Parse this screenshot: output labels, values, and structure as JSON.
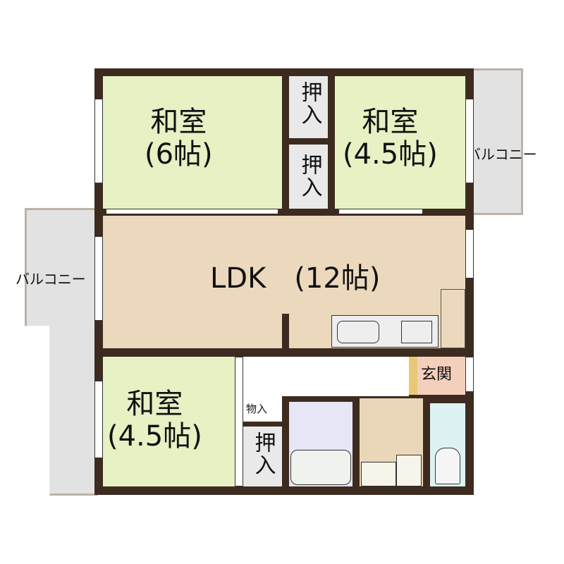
{
  "rooms": {
    "washitsu_6": {
      "name": "和室",
      "size": "(6帖)"
    },
    "washitsu_45_top": {
      "name": "和室",
      "size": "(4.5帖)"
    },
    "ldk": {
      "name": "LDK　(12帖)"
    },
    "washitsu_45_bottom": {
      "name": "和室",
      "size": "(4.5帖)"
    },
    "closet_top1": {
      "name": "押入"
    },
    "closet_top2": {
      "name": "押入"
    },
    "closet_bottom": {
      "name": "押入"
    },
    "storage": {
      "name": "物入"
    },
    "genkan": {
      "name": "玄関"
    },
    "balcony_right": {
      "name": "バルコニー"
    },
    "balcony_left": {
      "name": "バルコニー"
    }
  },
  "colors": {
    "wall": "#3d2b1f",
    "tatami": "#e6f1c4",
    "ldk": "#ecd9bd",
    "bath": "#e6e6f6",
    "toilet": "#ddf3f3",
    "genkan": "#f4d0bc",
    "balcony": "#e2e2e2"
  }
}
